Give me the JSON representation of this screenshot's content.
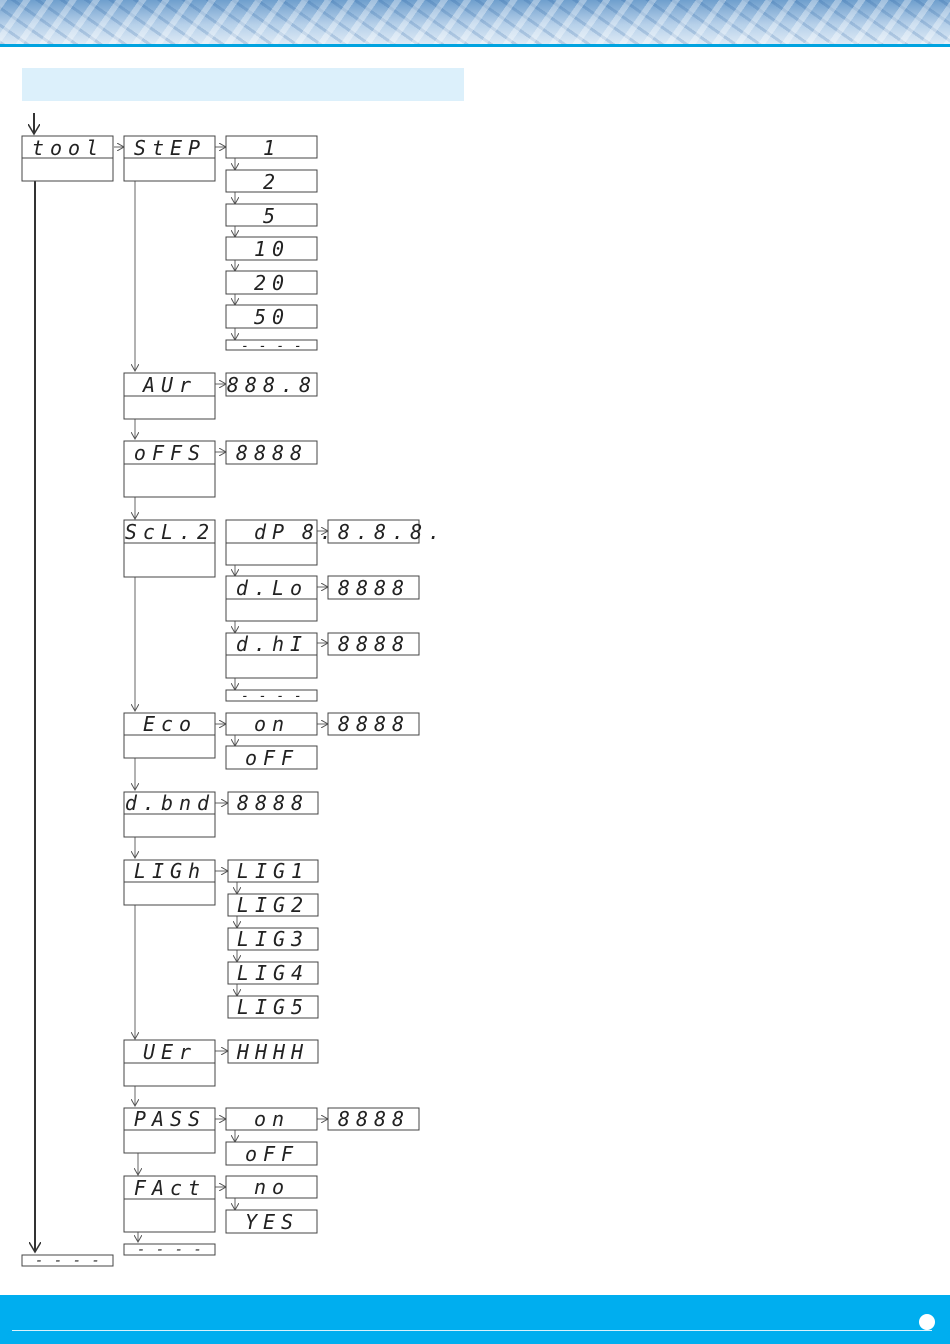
{
  "header": {
    "accent_color": "#00a3e0"
  },
  "title_band": {
    "text": "",
    "color": "#dcf0fb"
  },
  "menu": {
    "root": "tool",
    "root_end": "- - - -",
    "step": {
      "label": "StEP",
      "options": [
        "1",
        "2",
        "5",
        "10",
        "20",
        "50",
        "- - - -"
      ]
    },
    "avr": {
      "label": "AUr",
      "value": "888.8"
    },
    "offs": {
      "label": "oFFS",
      "value": "8888"
    },
    "scl2": {
      "label": "ScL.2",
      "dp": {
        "label": "dP",
        "value": "8.8.8.8."
      },
      "dlo": {
        "label": "d.Lo",
        "value": "8888"
      },
      "dhi": {
        "label": "d.hI",
        "value": "8888"
      },
      "end": "- - - -"
    },
    "eco": {
      "label": "Eco",
      "on": "on",
      "on_value": "8888",
      "off": "oFF"
    },
    "dbnd": {
      "label": "d.bnd",
      "value": "8888"
    },
    "ligh": {
      "label": "LIGh",
      "options": [
        "LIG1",
        "LIG2",
        "LIG3",
        "LIG4",
        "LIG5"
      ]
    },
    "ver": {
      "label": "UEr",
      "value": "HHHH"
    },
    "pass": {
      "label": "PASS",
      "on": "on",
      "on_value": "8888",
      "off": "oFF"
    },
    "fact": {
      "label": "FAct",
      "no": "no",
      "yes": "YES"
    },
    "end": "- - - -"
  },
  "footer": {
    "color": "#00aeef"
  }
}
